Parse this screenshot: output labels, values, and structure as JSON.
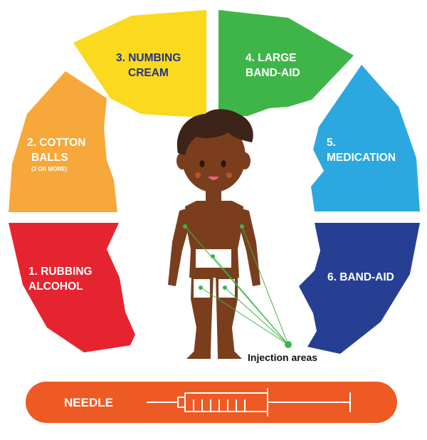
{
  "segments": [
    {
      "id": "rubbing-alcohol",
      "lines": [
        "1. RUBBING",
        "ALCOHOL"
      ],
      "sub": "",
      "color": "#E5242F"
    },
    {
      "id": "cotton-balls",
      "lines": [
        "2. COTTON",
        "BALLS"
      ],
      "sub": "(3 OR MORE)",
      "color": "#F7A83A"
    },
    {
      "id": "numbing-cream",
      "lines": [
        "3. NUMBING",
        "CREAM"
      ],
      "sub": "",
      "color": "#FAD91E"
    },
    {
      "id": "large-band-aid",
      "lines": [
        "4. LARGE",
        "BAND-AID"
      ],
      "sub": "",
      "color": "#3FB549"
    },
    {
      "id": "medication",
      "lines": [
        "5.",
        "MEDICATION"
      ],
      "sub": "",
      "color": "#2CA8E0"
    },
    {
      "id": "band-aid",
      "lines": [
        "6. BAND-AID"
      ],
      "sub": "",
      "color": "#263F93"
    }
  ],
  "colors": {
    "numbing_text": "#23308A",
    "white_text": "#FFFFFF",
    "skin": "#7A3E1D",
    "hair": "#3D2318",
    "patch": "#FFFFFF",
    "pointer": "#3DB549",
    "needle_bar": "#EE5A24"
  },
  "figure": {
    "injection_label": "Injection areas"
  },
  "needle": {
    "label": "NEEDLE"
  }
}
